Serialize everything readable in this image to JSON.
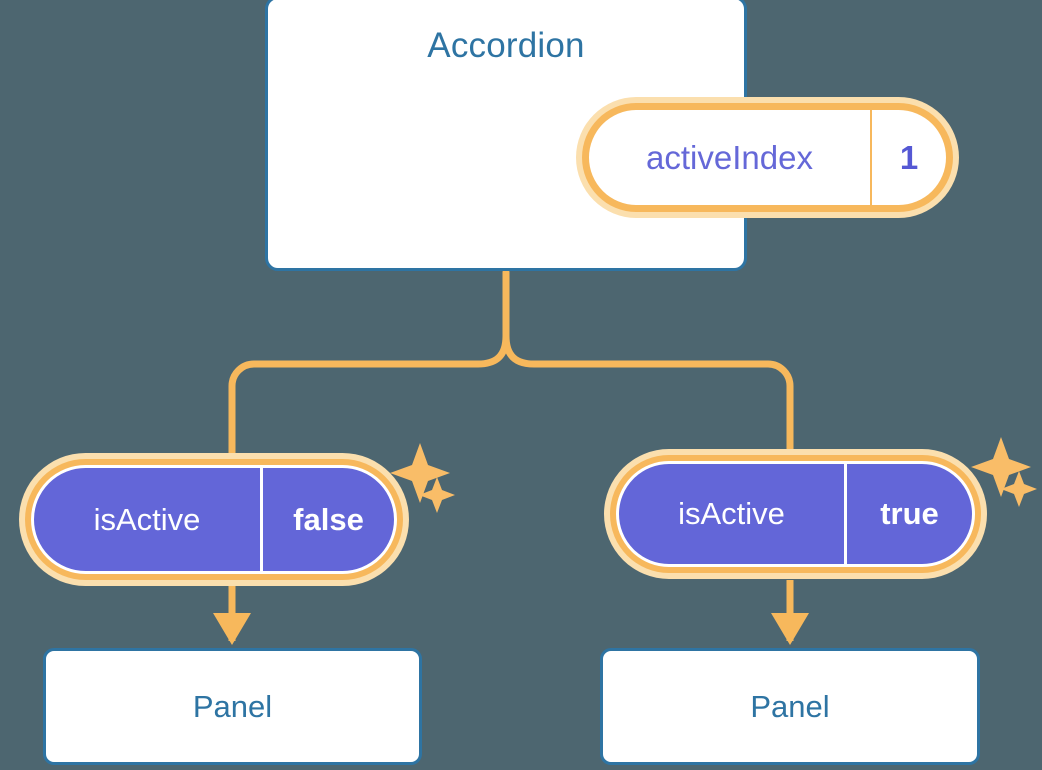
{
  "theme": {
    "background": "#4d6670",
    "card_border": "#2e74a3",
    "card_fill": "#ffffff",
    "title_text": "#2e74a3",
    "accent_orange": "#f7b85c",
    "accent_orange_soft": "#fbdfae",
    "prop_fill": "#6366d8",
    "prop_text": "#ffffff",
    "state_key_text": "#6568d8",
    "state_value_text": "#5558d4"
  },
  "diagram": {
    "root": {
      "title": "Accordion",
      "state": {
        "key": "activeIndex",
        "value": "1"
      }
    },
    "children": [
      {
        "prop": {
          "key": "isActive",
          "value": "false"
        },
        "panel": {
          "title": "Panel"
        }
      },
      {
        "prop": {
          "key": "isActive",
          "value": "true"
        },
        "panel": {
          "title": "Panel"
        }
      }
    ]
  },
  "icons": {
    "sparkle_large": "sparkle-large-icon",
    "sparkle_small": "sparkle-small-icon",
    "arrow_down": "arrow-down-icon",
    "branch_connector": "branch-connector-icon"
  }
}
